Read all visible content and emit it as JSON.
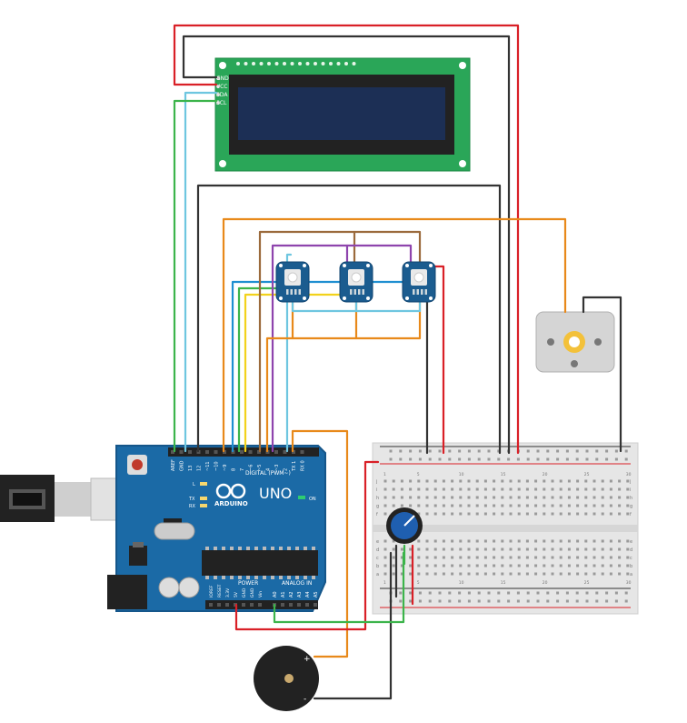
{
  "lcd": {
    "pins": [
      "GND",
      "VCC",
      "SDA",
      "SCL"
    ]
  },
  "arduino": {
    "digital_label": "DIGITAL (PWM~)",
    "header_pins": [
      "AREF",
      "GND",
      "13",
      "12",
      "~11",
      "~10",
      "~9",
      "8",
      "7",
      "~6",
      "~5",
      "4",
      "~3",
      "2",
      "TX 1",
      "RX 0"
    ],
    "logo_text": "ARDUINO",
    "model": "UNO",
    "on_label": "ON",
    "led_labels": [
      "L",
      "TX",
      "RX"
    ],
    "power_label": "POWER",
    "analog_label": "ANALOG IN",
    "power_pins": [
      "IOREF",
      "RESET",
      "3.3V",
      "5V",
      "GND",
      "GND",
      "Vin"
    ],
    "analog_pins": [
      "A0",
      "A1",
      "A2",
      "A3",
      "A4",
      "A5"
    ]
  },
  "breadboard": {
    "column_numbers": [
      "1",
      "5",
      "10",
      "15",
      "20",
      "25",
      "30"
    ],
    "row_letters_top": [
      "j",
      "i",
      "h",
      "g",
      "f"
    ],
    "row_letters_bottom": [
      "e",
      "d",
      "c",
      "b",
      "a"
    ]
  },
  "buzzer": {
    "plus_label": "+",
    "minus_label": "-"
  },
  "colors": {
    "wire_red": "#d92027",
    "wire_black": "#333333",
    "wire_green": "#3cb44b",
    "wire_lightblue": "#6ec6e0",
    "wire_orange": "#e8891a",
    "wire_brown": "#9b6a3c",
    "wire_purple": "#8e44ad",
    "wire_yellow": "#f2d21b",
    "wire_blue": "#1f8fd1",
    "board_blue": "#1b6aa6",
    "lcd_green": "#2aa658",
    "lcd_screen": "#1c2f55"
  }
}
